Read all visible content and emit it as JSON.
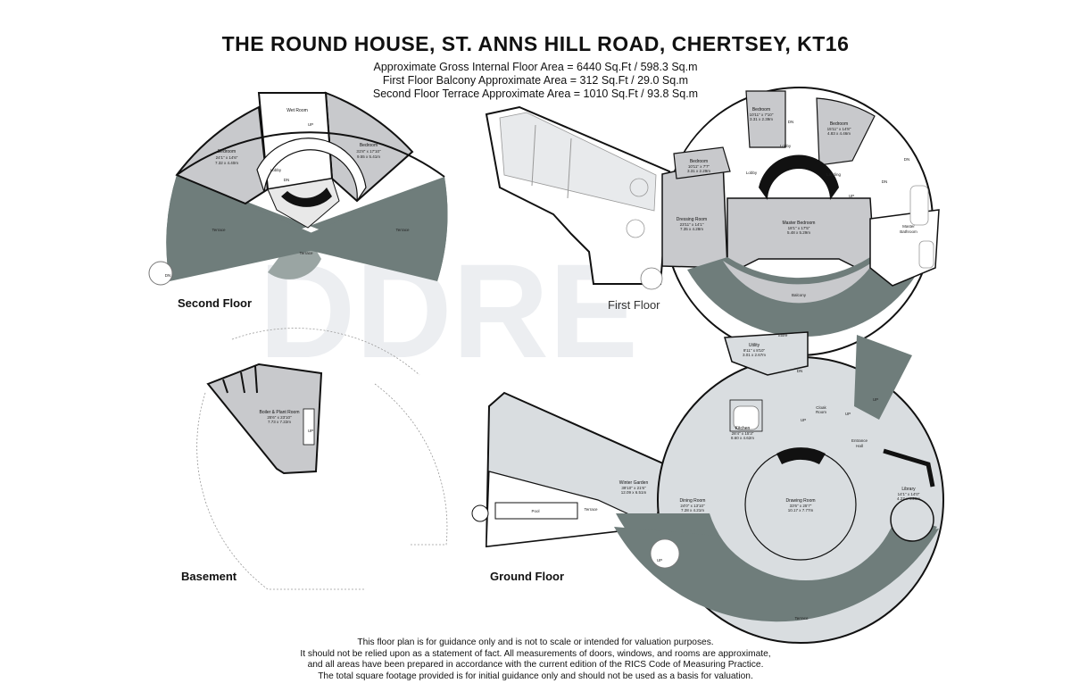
{
  "header": {
    "title": "THE ROUND HOUSE, ST. ANNS HILL ROAD, CHERTSEY, KT16",
    "area_lines": [
      "Approximate Gross Internal Floor Area = 6440 Sq.Ft / 598.3 Sq.m",
      "First Floor Balcony Approximate Area = 312 Sq.Ft / 29.0 Sq.m",
      "Second Floor Terrace Approximate Area = 1010 Sq.Ft / 93.8 Sq.m"
    ]
  },
  "floors": {
    "second": "Second Floor",
    "first": "First Floor",
    "basement": "Basement",
    "ground": "Ground Floor"
  },
  "watermark": "DDRE",
  "rooms": {
    "second": {
      "wet_room": "Wet Room",
      "bedroom_left": {
        "name": "Bedroom",
        "imperial": "24'1\" x 14'6\"",
        "metric": "7.32 x 4.40m"
      },
      "bedroom_right": {
        "name": "Bedroom",
        "imperial": "31'8\" x 17'10\"",
        "metric": "9.55 x 5.41m"
      },
      "lobby": "Lobby",
      "terrace_left": "Terrace",
      "terrace_right": "Terrace",
      "terrace_center": "Terrace"
    },
    "first": {
      "bedroom_a": {
        "name": "Bedroom",
        "imperial": "10'11\" x 7'10\"",
        "metric": "3.31 x 2.39m"
      },
      "bedroom_b": {
        "name": "Bedroom",
        "imperial": "15'11\" x 14'8\"",
        "metric": "4.83 x 4.46m"
      },
      "bedroom_c": {
        "name": "Bedroom",
        "imperial": "10'11\" x 7'7\"",
        "metric": "3.31 x 2.29m"
      },
      "lobby_top": "Lobby",
      "lobby_left": "Lobby",
      "landing": "Landing",
      "dressing": {
        "name": "Dressing Room",
        "imperial": "23'11\" x 14'1\"",
        "metric": "7.35 x 4.28m"
      },
      "master": {
        "name": "Master Bedroom",
        "imperial": "18'1\" x 17'5\"",
        "metric": "5.48 x 5.29m"
      },
      "master_bath": {
        "name": "Master",
        "name2": "Bathroom"
      },
      "balcony": "Balcony"
    },
    "basement": {
      "boiler": {
        "name": "Boiler & Plant Room",
        "imperial": "25'6\" x 23'10\"",
        "metric": "7.73 x 7.22m"
      }
    },
    "ground": {
      "utility": {
        "name": "Utility",
        "imperial": "9'11\" x 8'10\"",
        "metric": "3.01 x 2.67m"
      },
      "store": "Store",
      "kitchen": {
        "name": "Kitchen",
        "imperial": "28'4\" x 15'3\"",
        "metric": "8.60 x 4.62m"
      },
      "cloak": {
        "name": "Cloak",
        "name2": "Room"
      },
      "entrance": {
        "name": "Entrance",
        "name2": "Hall"
      },
      "winter": {
        "name": "Winter Garden",
        "imperial": "39'10\" x 21'6\"",
        "metric": "12.09 x 6.51m"
      },
      "dining": {
        "name": "Dining Room",
        "imperial": "24'0\" x 13'10\"",
        "metric": "7.28 x 4.21m"
      },
      "drawing": {
        "name": "Drawing Room",
        "imperial": "33'6\" x 25'7\"",
        "metric": "10.17 x 7.77m"
      },
      "library": {
        "name": "Library",
        "imperial": "14'1\" x 14'0\"",
        "metric": "4.27 x 4.26m"
      },
      "pool": "Pool",
      "terrace_small": "Terrace",
      "terrace_big": "Terrace"
    },
    "stairs": {
      "up": "UP",
      "dn": "DN"
    }
  },
  "disclaimer": [
    "This floor plan is for guidance only and is not to scale or intended for valuation purposes.",
    "It should not be relied upon as a statement of fact. All measurements of doors, windows, and rooms are approximate,",
    "and all areas have been prepared in accordance with the current edition of the RICS Code of Measuring Practice.",
    "The total square footage provided is for initial guidance only and should not be used as a basis for valuation."
  ],
  "colors": {
    "room_fill": "#c8c9cc",
    "light_fill": "#d9dde0",
    "terrace_fill": "#6f7d7b",
    "wall": "#111111"
  }
}
